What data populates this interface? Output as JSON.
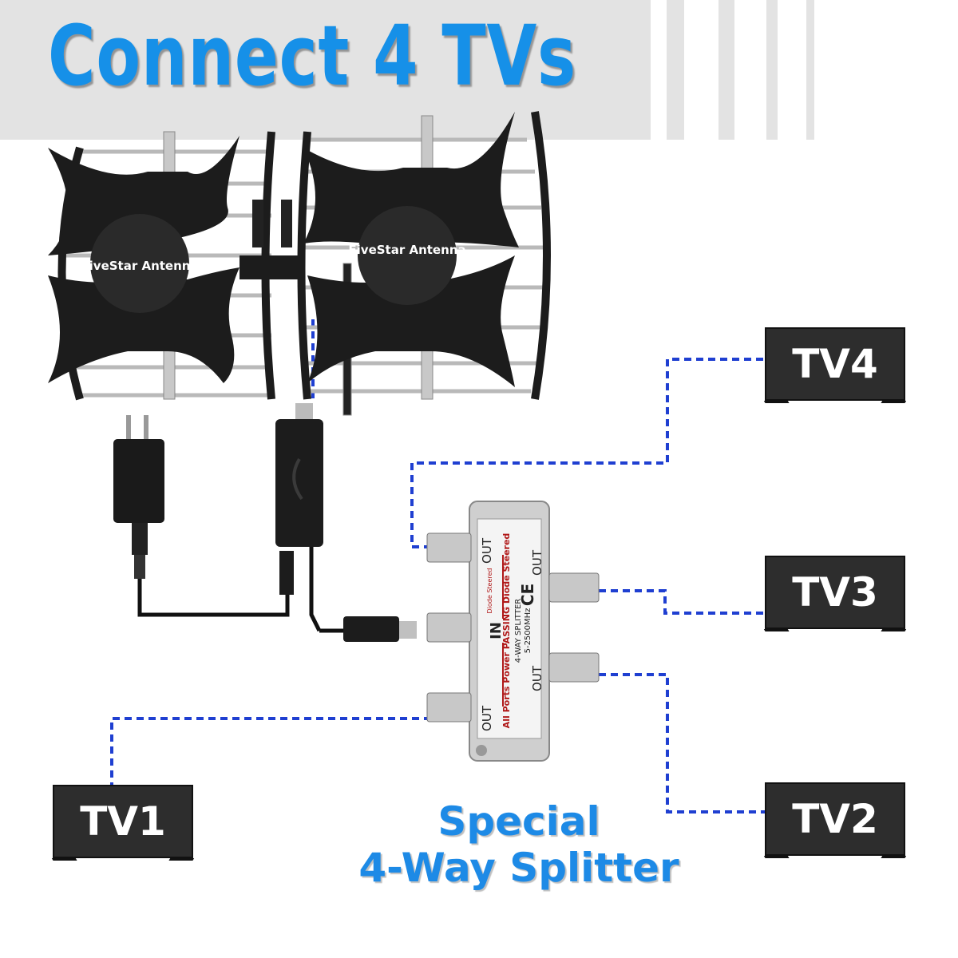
{
  "title": "Connect 4 TVs",
  "antenna": {
    "brand_left": "FiveStar Antenna",
    "brand_right": "FiveStar Antenna"
  },
  "splitter": {
    "port_in": "IN",
    "port_out_top_left": "OUT",
    "port_out_top_right": "OUT",
    "port_out_bottom_right": "OUT",
    "port_out_bottom_left": "OUT",
    "text_line1": "All Ports Power PASSING Diode Steered",
    "text_line2": "4-WAY SPLITTER",
    "text_line3": "5-2500MHz",
    "diode_label": "Diode Steered",
    "ce_mark": "CE"
  },
  "tvs": {
    "tv1": "TV1",
    "tv2": "TV2",
    "tv3": "TV3",
    "tv4": "TV4"
  },
  "caption": {
    "line1": "Special",
    "line2": "4-Way Splitter"
  },
  "colors": {
    "title": "#1690e8",
    "caption": "#1d8ae6",
    "dashed_line": "#1f3fd1",
    "tv_body": "#2d2d2d",
    "antenna": "#1c1c1c"
  }
}
